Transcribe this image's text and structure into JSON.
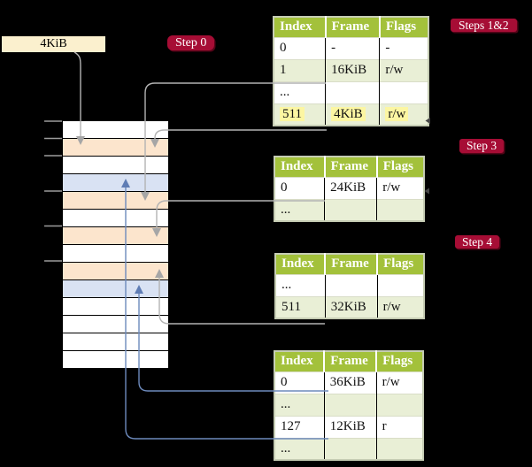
{
  "size_label": {
    "text": "4KiB"
  },
  "badges": {
    "step0": "Step 0",
    "steps12": "Steps 1&2",
    "step3": "Step 3",
    "step4": "Step 4"
  },
  "memory_column": {
    "description": "physical memory divided into 4KiB frames",
    "rows": [
      "white",
      "orange",
      "white",
      "blue",
      "orange",
      "white",
      "orange",
      "white",
      "orange",
      "blue",
      "white",
      "white",
      "white",
      "white"
    ],
    "tick_marks": 6
  },
  "tables": [
    {
      "id": "page-table-steps-1-2",
      "headers": [
        "Index",
        "Frame",
        "Flags"
      ],
      "rows": [
        {
          "cells": [
            "0",
            "-",
            "-"
          ]
        },
        {
          "cells": [
            "1",
            "16KiB",
            "r/w"
          ]
        },
        {
          "cells": [
            "...",
            "",
            ""
          ]
        },
        {
          "cells": [
            "511",
            "4KiB",
            "r/w"
          ],
          "highlight": true
        }
      ],
      "row_marker_index": 3
    },
    {
      "id": "page-table-step-3",
      "headers": [
        "Index",
        "Frame",
        "Flags"
      ],
      "rows": [
        {
          "cells": [
            "0",
            "24KiB",
            "r/w"
          ]
        },
        {
          "cells": [
            "...",
            "",
            ""
          ]
        }
      ],
      "row_marker_index": 0
    },
    {
      "id": "page-table-step-4a",
      "headers": [
        "Index",
        "Frame",
        "Flags"
      ],
      "rows": [
        {
          "cells": [
            "...",
            "",
            ""
          ]
        },
        {
          "cells": [
            "511",
            "32KiB",
            "r/w"
          ]
        }
      ]
    },
    {
      "id": "page-table-step-4b",
      "headers": [
        "Index",
        "Frame",
        "Flags"
      ],
      "rows": [
        {
          "cells": [
            "0",
            "36KiB",
            "r/w"
          ]
        },
        {
          "cells": [
            "...",
            "",
            ""
          ]
        },
        {
          "cells": [
            "127",
            "12KiB",
            "r"
          ]
        },
        {
          "cells": [
            "...",
            "",
            ""
          ]
        }
      ]
    }
  ],
  "arrows": [
    {
      "from": "size-label-4KiB",
      "to": "memory-frame-4KiB",
      "color": "gray"
    },
    {
      "from": "table1-entry-1",
      "to": "memory-frame-16KiB",
      "color": "gray"
    },
    {
      "from": "table1-entry-511",
      "to": "memory-frame-4KiB",
      "color": "gray"
    },
    {
      "from": "table2-entry-0",
      "to": "memory-frame-24KiB",
      "color": "gray"
    },
    {
      "from": "table3-entry-511",
      "to": "memory-frame-32KiB",
      "color": "gray"
    },
    {
      "from": "table4-entry-0",
      "to": "memory-frame-36KiB",
      "color": "blue"
    },
    {
      "from": "table4-entry-127",
      "to": "memory-frame-12KiB",
      "color": "blue"
    }
  ],
  "colors": {
    "background": "#000000",
    "badge_red": "#a60d35",
    "table_header_green": "#a3c13b",
    "table_row_green": "#e9efd6",
    "frame_orange": "#fce5cd",
    "frame_blue": "#d9e2f3",
    "highlight_yellow": "#fcf6a2",
    "label_cream": "#fbf0ce",
    "line_gray": "#b3b3b3",
    "line_blue": "#6d8abc"
  }
}
